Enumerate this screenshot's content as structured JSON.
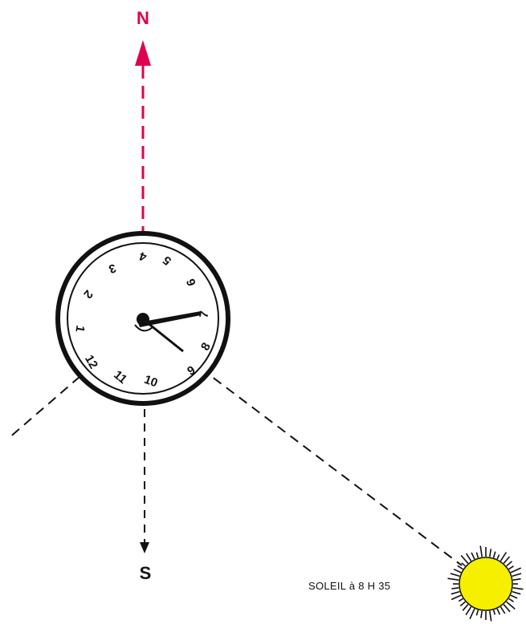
{
  "diagram": {
    "north_label": "N",
    "south_label": "S",
    "sun_caption": "SOLEIL à 8 H 35",
    "dial_numbers": [
      "4",
      "5",
      "6",
      "7",
      "8",
      "9",
      "10",
      "11",
      "12",
      "1",
      "2",
      "3"
    ],
    "colors": {
      "north_line": "#e0004f",
      "ink": "#111111",
      "sun_fill": "#f6ef00",
      "background": "#ffffff"
    },
    "icons": {
      "north_arrow": "arrow-up-icon",
      "south_arrow": "arrow-down-icon",
      "sun": "sun-icon",
      "watch": "watch-icon"
    }
  }
}
